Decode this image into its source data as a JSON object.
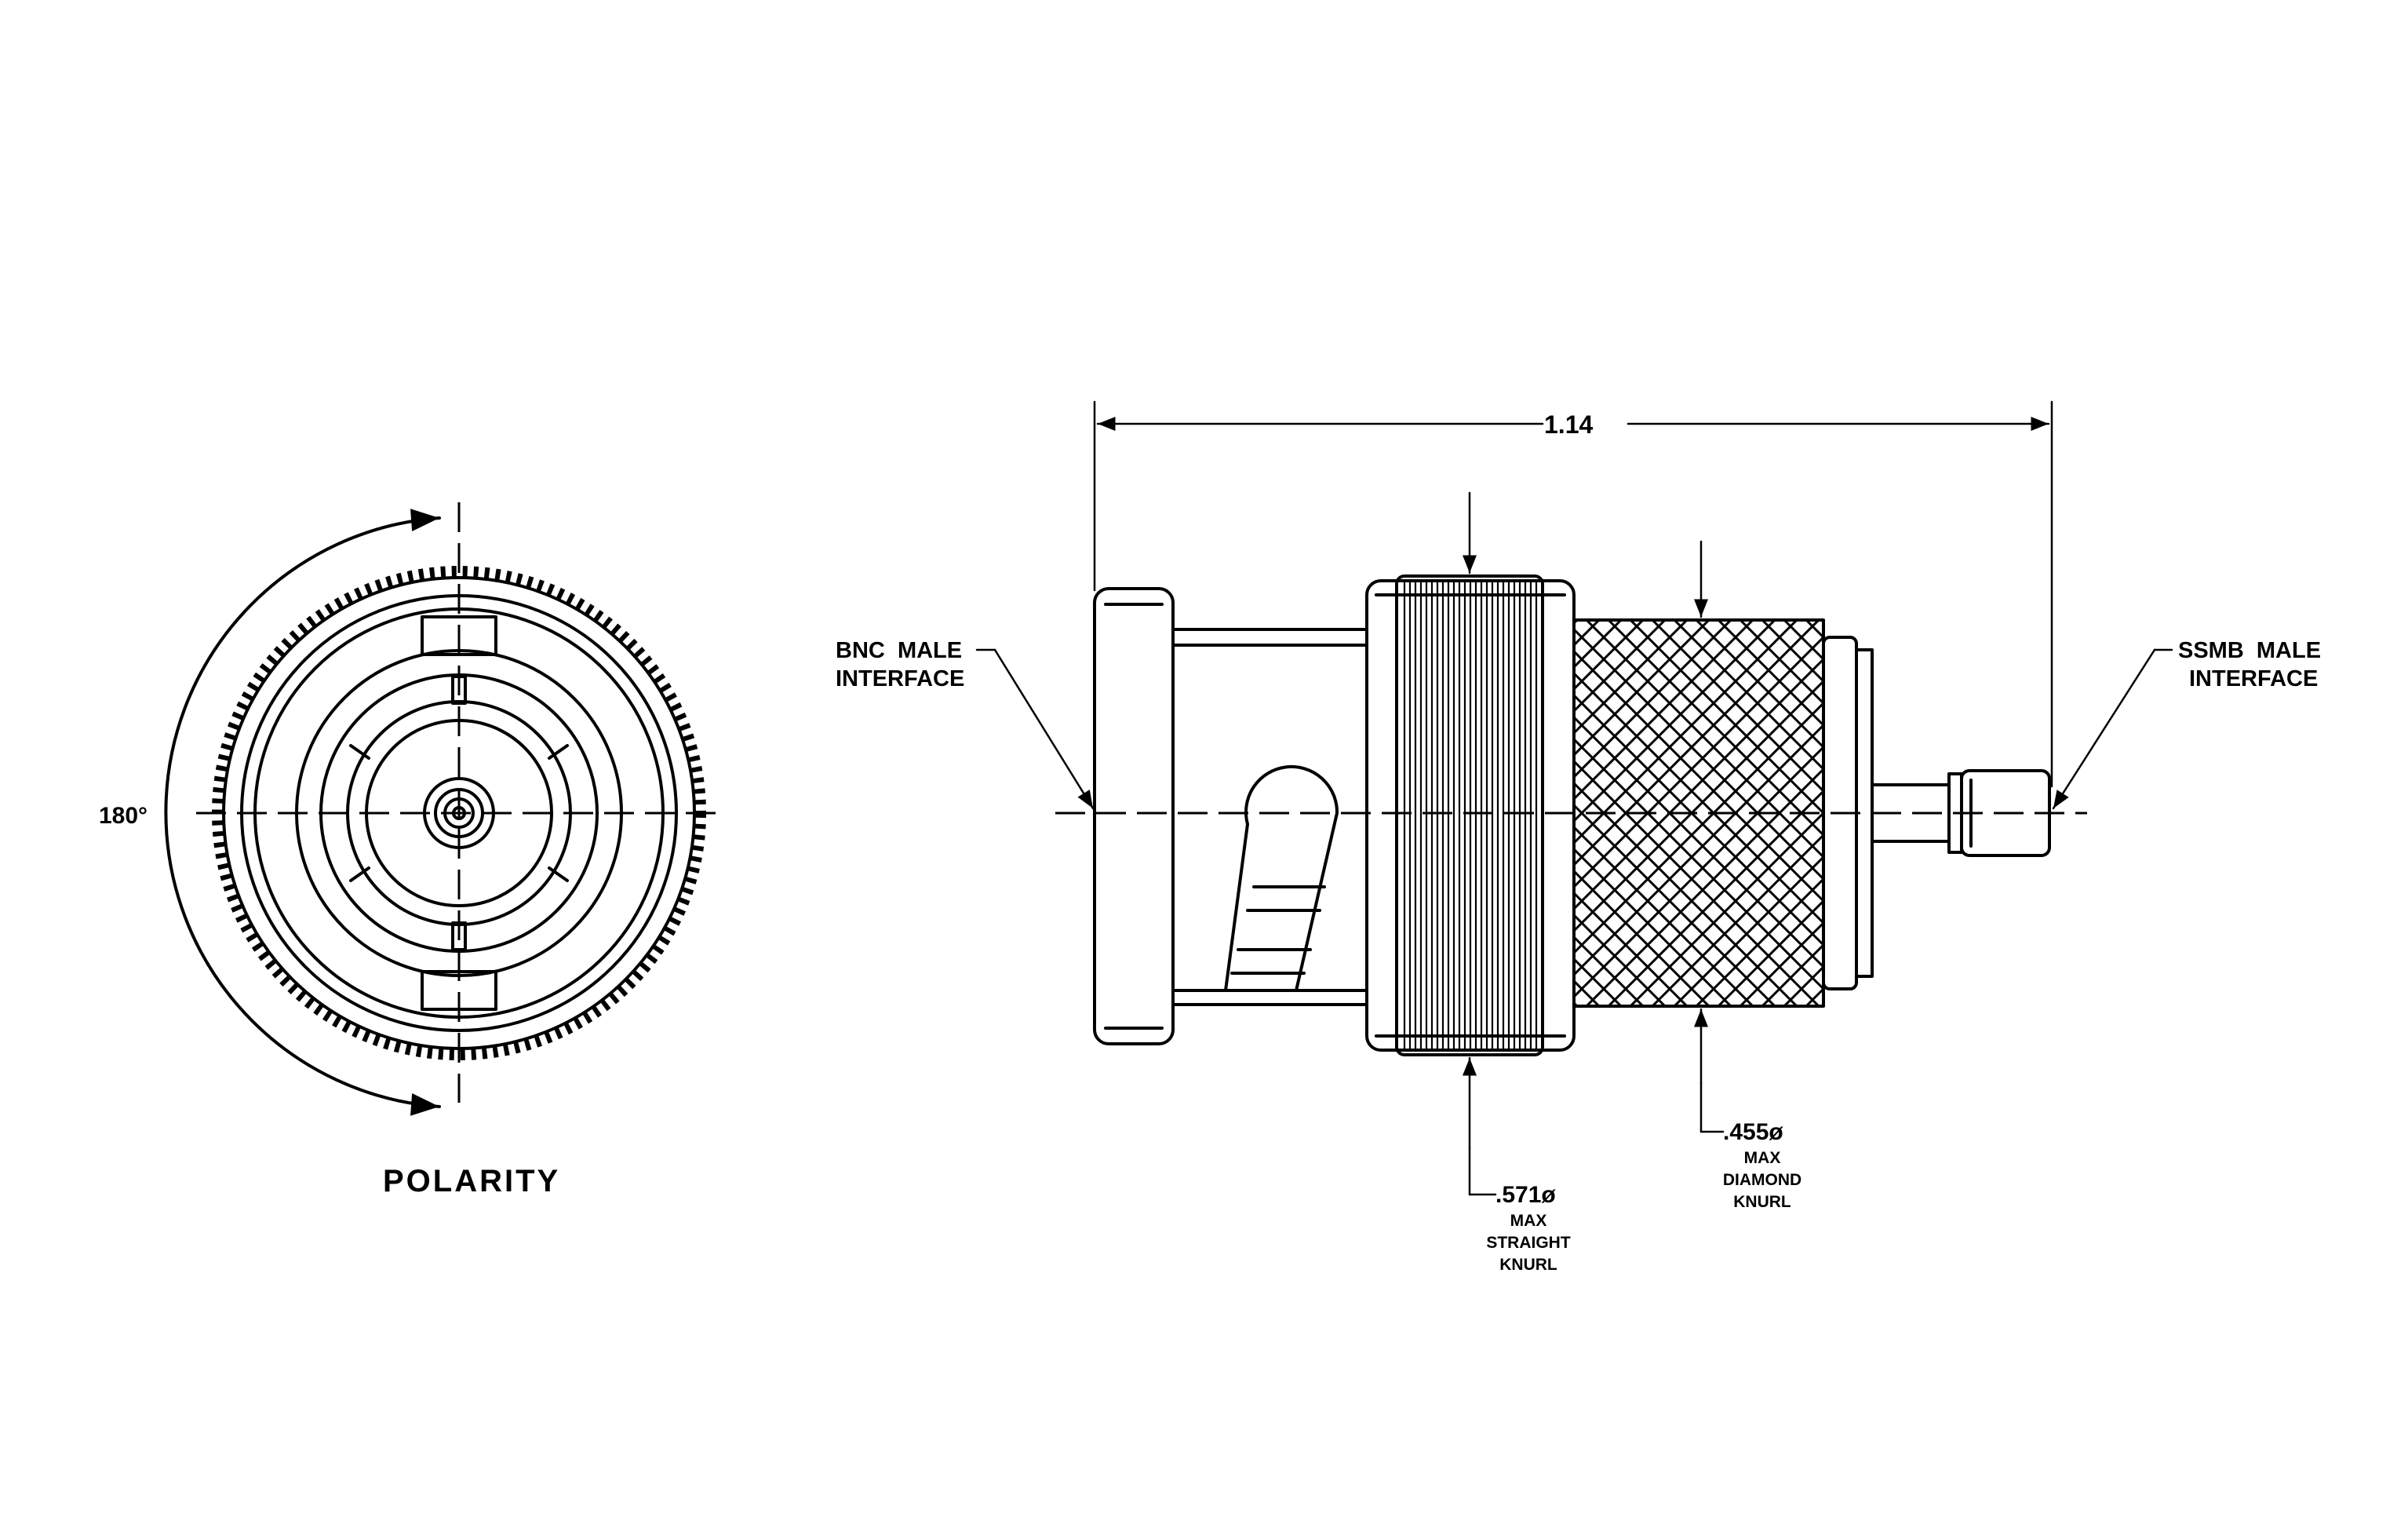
{
  "polarity_view": {
    "angle_label": "180°",
    "caption": "POLARITY"
  },
  "side_view": {
    "overall_length": "1.14",
    "left_callout": [
      "BNC  MALE",
      "INTERFACE"
    ],
    "right_callout": [
      "SSMB  MALE",
      "INTERFACE"
    ],
    "straight_knurl_callout": [
      ".571ø",
      "MAX",
      "STRAIGHT",
      "KNURL"
    ],
    "diamond_knurl_callout": [
      ".455ø",
      "MAX",
      "DIAMOND",
      "KNURL"
    ]
  },
  "colors": {
    "ink": "#000000",
    "paper": "#ffffff"
  }
}
